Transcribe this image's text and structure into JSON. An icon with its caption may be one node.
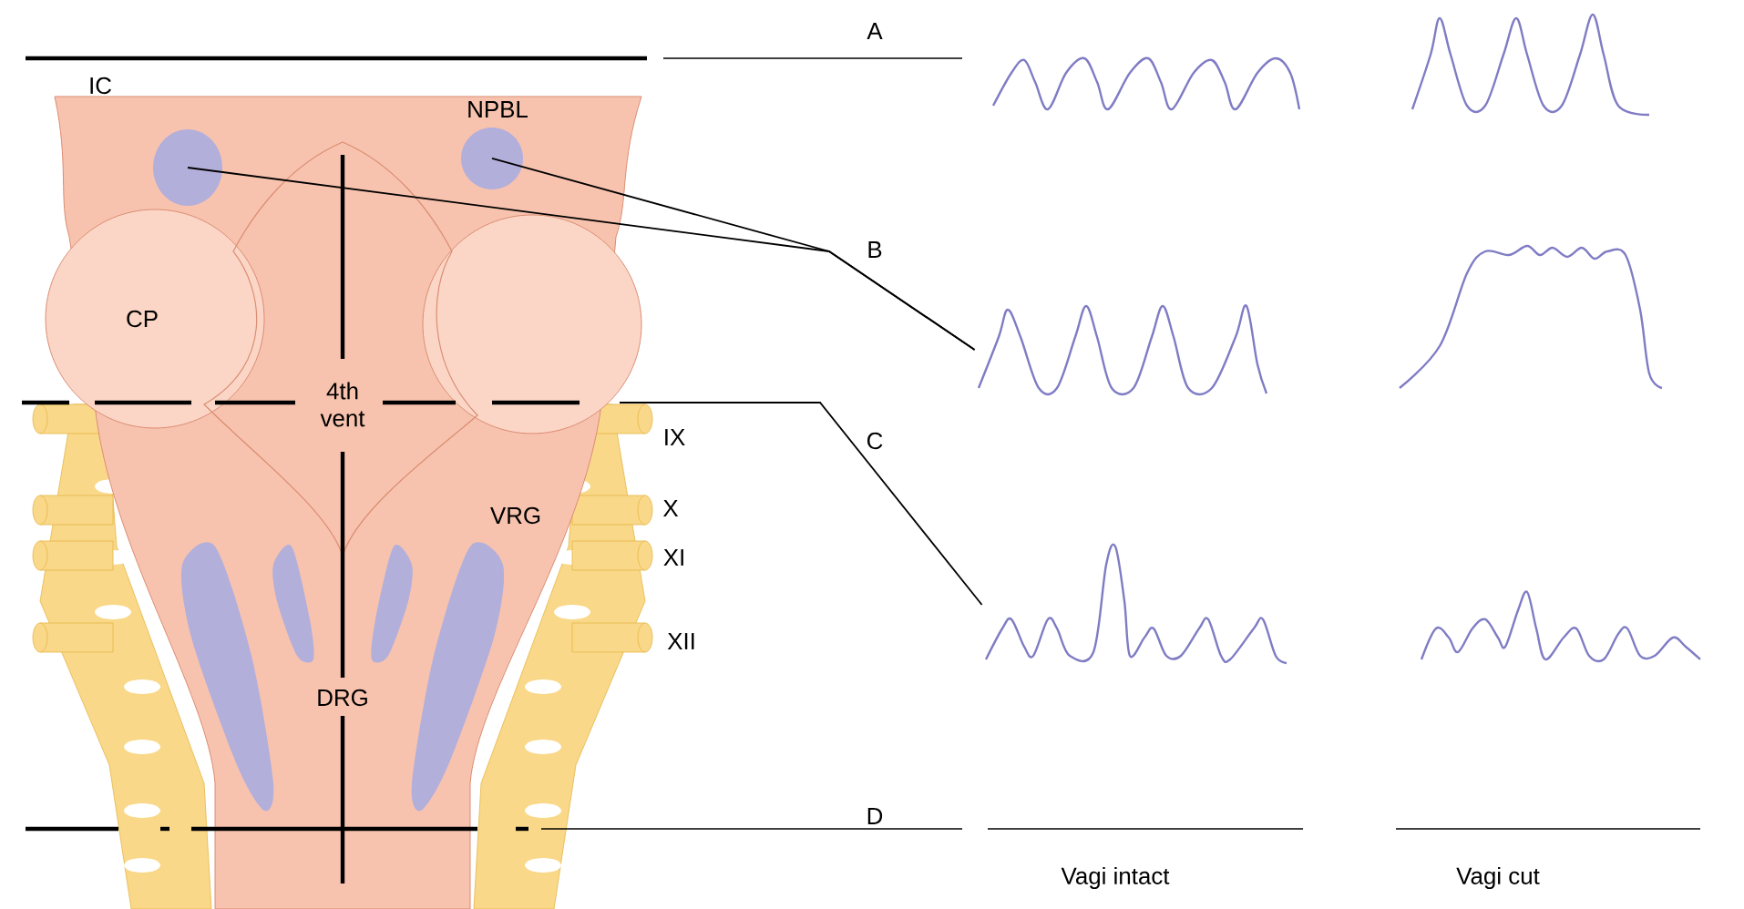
{
  "diagram": {
    "nodes": [
      {
        "text": [],
        "shape": "circle"
      },
      {
        "text": [],
        "shape": "circle"
      },
      {
        "text": [],
        "shape": "picture"
      },
      {
        "text": [],
        "shape": "picture"
      },
      {
        "text": [],
        "shape": "picture"
      },
      {
        "text": [],
        "shape": "picture"
      },
      {
        "text": [],
        "shape": "picture"
      },
      {
        "text": [],
        "shape": "picture"
      }
    ],
    "edges": [
      {
        "from": 0,
        "to": 4,
        "arrow": "none"
      },
      {
        "from": 1,
        "to": 4,
        "arrow": "none"
      },
      {
        "from": null,
        "to": 6,
        "arrow": "none"
      }
    ],
    "labels": [
      "A",
      "IC",
      "NPBL",
      "B",
      "CP",
      "4th vent",
      "C",
      "IX",
      "X",
      "VRG",
      "XI",
      "XII",
      "DRG",
      "D",
      "Vagi intact",
      "Vagi cut"
    ]
  }
}
